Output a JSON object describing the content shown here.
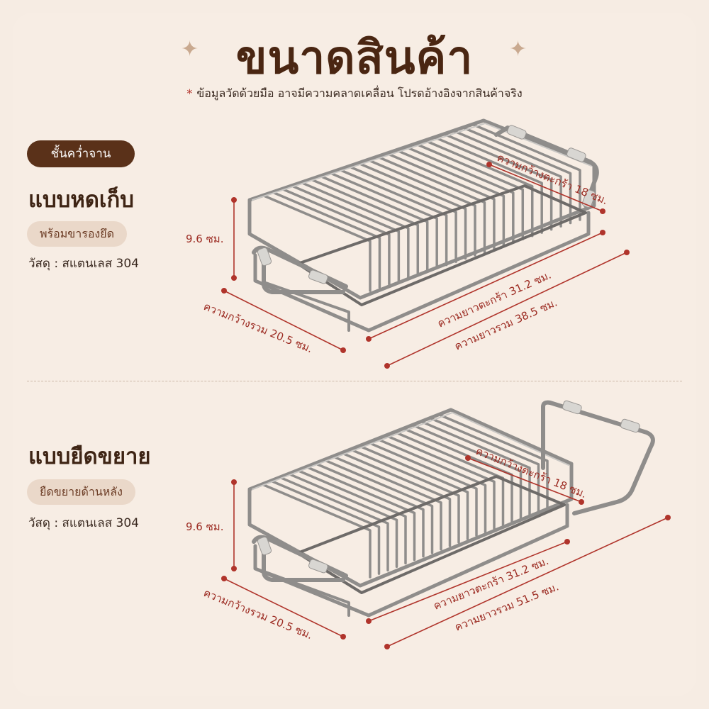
{
  "header": {
    "title": "ขนาดสินค้า",
    "note_star": "*",
    "note": "ข้อมูลวัดด้วยมือ อาจมีความคลาดเคลื่อน โปรดอ้างอิงจากสินค้าจริง"
  },
  "category_badge": "ชั้นคว่ำจาน",
  "products": [
    {
      "name": "แบบหดเก็บ",
      "feature": "พร้อมขารองยึด",
      "material": "วัสดุ : สแตนเลส 304",
      "dimensions": {
        "height": "9.6 ซม.",
        "basket_width": "ความกว้างตะกร้า 18 ซม.",
        "basket_length": "ความยาวตะกร้า 31.2 ซม.",
        "total_length": "ความยาวรวม 38.5 ซม.",
        "total_width": "ความกว้างรวม 20.5 ซม."
      }
    },
    {
      "name": "แบบยืดขยาย",
      "feature": "ยืดขยายด้านหลัง",
      "material": "วัสดุ : สแตนเลส 304",
      "dimensions": {
        "height": "9.6 ซม.",
        "basket_width": "ความกว้างตะกร้า 18 ซม.",
        "basket_length": "ความยาวตะกร้า 31.2 ซม.",
        "total_length": "ความยาวรวม 51.5 ซม.",
        "total_width": "ความกว้างรวม 20.5 ซม."
      }
    }
  ],
  "colors": {
    "background": "#f7ede4",
    "title": "#4a2612",
    "badge": "#5a3119",
    "pill": "#ead8c9",
    "dimension": "#b0342b"
  },
  "icons": {
    "sparkle": "four-point-star"
  }
}
